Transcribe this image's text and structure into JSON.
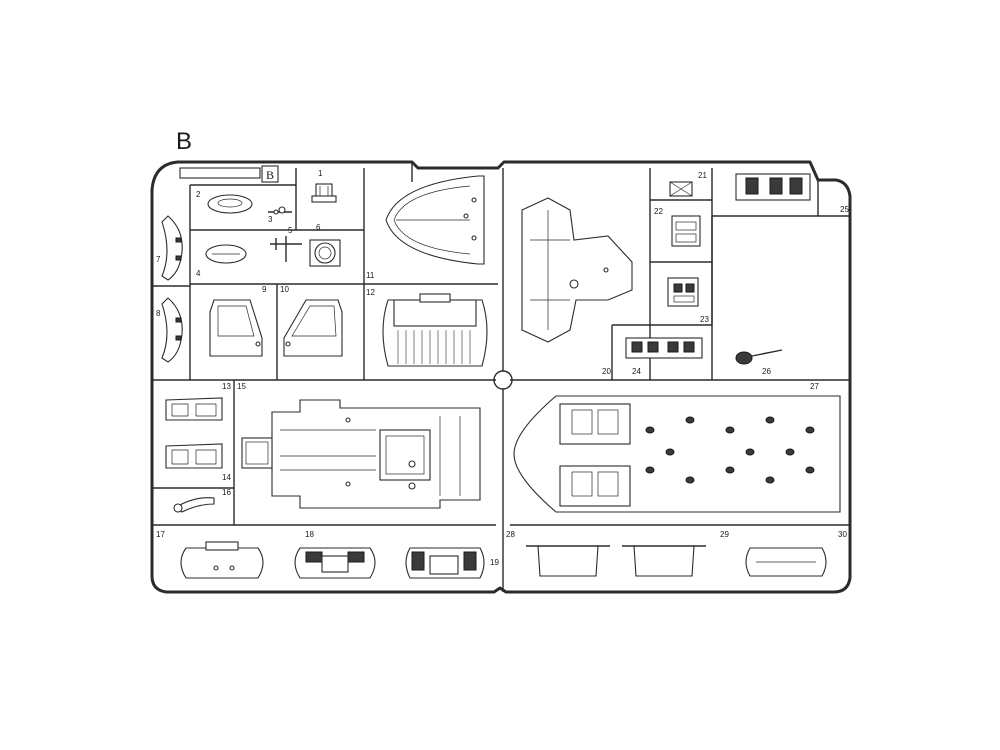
{
  "sprue": {
    "letter": "B",
    "tag_letter": "B",
    "colors": {
      "line": "#2b2b2b",
      "paper": "#ffffff"
    },
    "part_numbers": [
      "1",
      "2",
      "3",
      "4",
      "5",
      "6",
      "7",
      "8",
      "9",
      "10",
      "11",
      "12",
      "13",
      "14",
      "15",
      "16",
      "17",
      "18",
      "19",
      "20",
      "21",
      "22",
      "23",
      "24",
      "25",
      "26",
      "27",
      "28",
      "29",
      "30"
    ]
  }
}
